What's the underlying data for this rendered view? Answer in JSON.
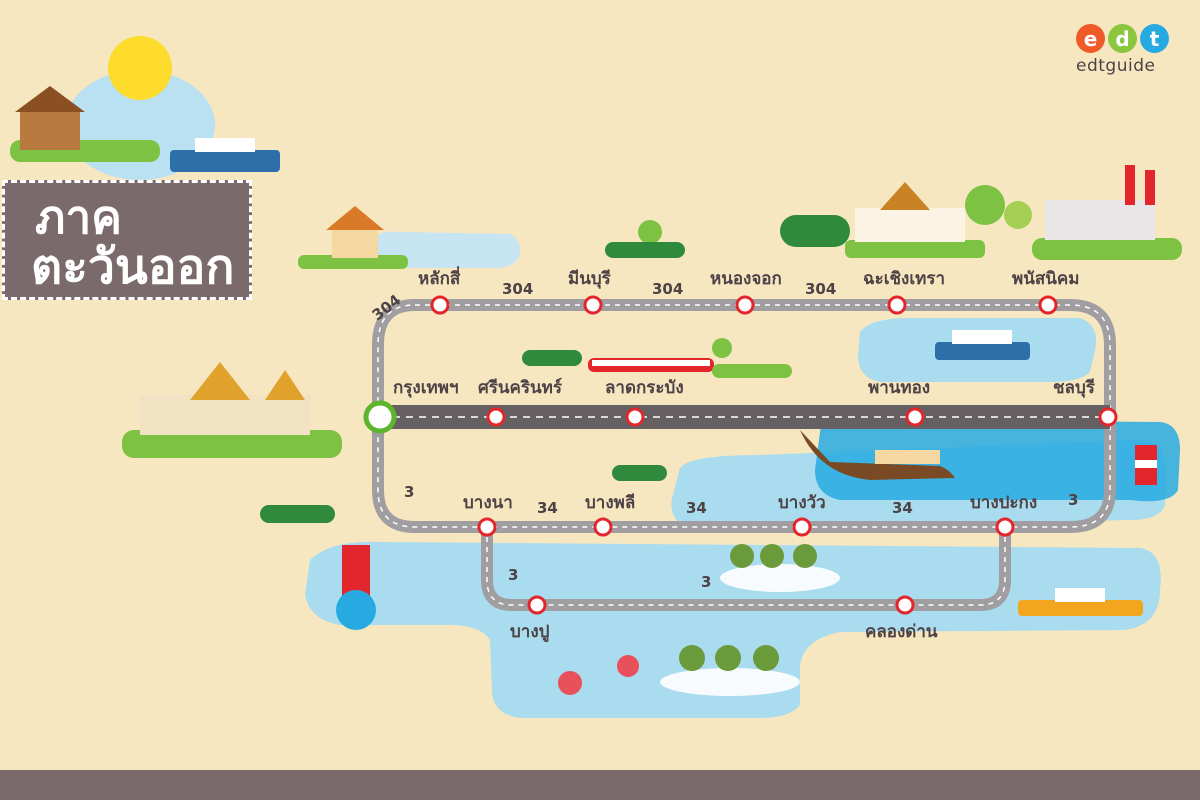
{
  "header": {
    "title_line1": "ภาค",
    "title_line2": "ตะวันออก"
  },
  "logo": {
    "letters": [
      "e",
      "d",
      "t"
    ],
    "word": "edtguide",
    "colors": [
      "#f05a28",
      "#8cc63f",
      "#27aae1"
    ]
  },
  "colors": {
    "background": "#f6e7c1",
    "road": "#a09ea0",
    "road_dash": "#ffffff",
    "stop_ring": "#e3262b",
    "start_ring": "#5cb52d",
    "water": "#a9dcee",
    "title_box": "#7a6a6c"
  },
  "stops": {
    "laksi": "หลักสี่",
    "minburi": "มีนบุรี",
    "nongchok": "หนองจอก",
    "chachoengsao": "ฉะเชิงเทรา",
    "phanatnikhom": "พนัสนิคม",
    "bangkok": "กรุงเทพฯ",
    "srinakarin": "ศรีนครินทร์",
    "latkrabang": "ลาดกระบัง",
    "phanthong": "พานทอง",
    "chonburi": "ชลบุรี",
    "bangna": "บางนา",
    "bangphli": "บางพลี",
    "bangwua": "บางวัว",
    "bangpakong": "บางปะกง",
    "bangpu": "บางปู",
    "khlongdan": "คลองด่าน"
  },
  "routes": {
    "r304_corner": "304",
    "r304_a": "304",
    "r304_b": "304",
    "r304_c": "304",
    "r3_left": "3",
    "r3_right": "3",
    "r3_inner": "3",
    "r3_bottom": "3",
    "r34_a": "34",
    "r34_b": "34",
    "r34_c": "34"
  }
}
